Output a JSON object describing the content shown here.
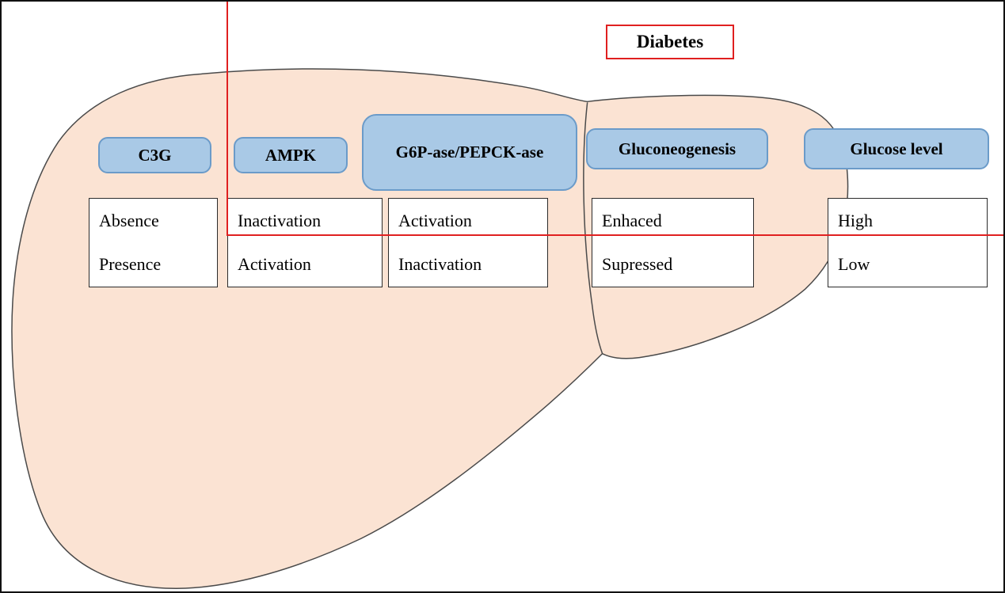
{
  "title": "Diabetes",
  "colors": {
    "red_accent": "#e02020",
    "box_fill": "#a9c9e6",
    "box_border": "#6b9bc9",
    "liver_fill": "#fbe3d3",
    "liver_outline": "#4a4a4a"
  },
  "columns": [
    {
      "id": "c3g",
      "label": "C3G",
      "rows": [
        "Absence",
        "Presence"
      ]
    },
    {
      "id": "ampk",
      "label": "AMPK",
      "rows": [
        "Inactivation",
        "Activation"
      ]
    },
    {
      "id": "g6pase-pepckase",
      "label": "G6P-ase/PEPCK-ase",
      "rows": [
        "Activation",
        "Inactivation"
      ]
    },
    {
      "id": "gluconeogenesis",
      "label": "Gluconeogenesis",
      "rows": [
        "Enhaced",
        "Supressed"
      ]
    },
    {
      "id": "glucose-level",
      "label": "Glucose level",
      "rows": [
        "High",
        "Low"
      ]
    }
  ]
}
